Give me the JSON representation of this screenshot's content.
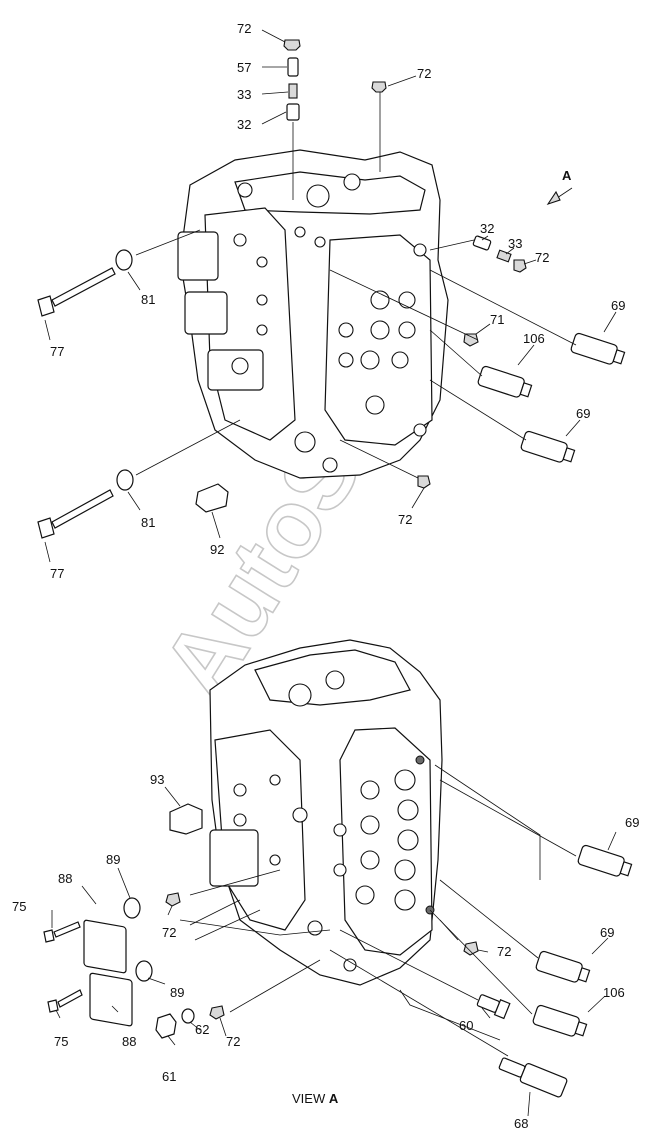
{
  "watermark": "AutoSoft",
  "view_title": {
    "prefix": "VIEW ",
    "letter": "A"
  },
  "direction_marker": "A",
  "upper_callouts": [
    {
      "id": "72"
    },
    {
      "id": "57"
    },
    {
      "id": "33"
    },
    {
      "id": "32"
    },
    {
      "id": "72"
    },
    {
      "id": "32"
    },
    {
      "id": "33"
    },
    {
      "id": "72"
    },
    {
      "id": "69"
    },
    {
      "id": "71"
    },
    {
      "id": "106"
    },
    {
      "id": "69"
    },
    {
      "id": "81"
    },
    {
      "id": "77"
    },
    {
      "id": "81"
    },
    {
      "id": "77"
    },
    {
      "id": "92"
    },
    {
      "id": "72"
    }
  ],
  "lower_callouts": [
    {
      "id": "93"
    },
    {
      "id": "69"
    },
    {
      "id": "89"
    },
    {
      "id": "88"
    },
    {
      "id": "75"
    },
    {
      "id": "72"
    },
    {
      "id": "69"
    },
    {
      "id": "72"
    },
    {
      "id": "89"
    },
    {
      "id": "106"
    },
    {
      "id": "75"
    },
    {
      "id": "88"
    },
    {
      "id": "60"
    },
    {
      "id": "62"
    },
    {
      "id": "72"
    },
    {
      "id": "61"
    },
    {
      "id": "68"
    }
  ]
}
